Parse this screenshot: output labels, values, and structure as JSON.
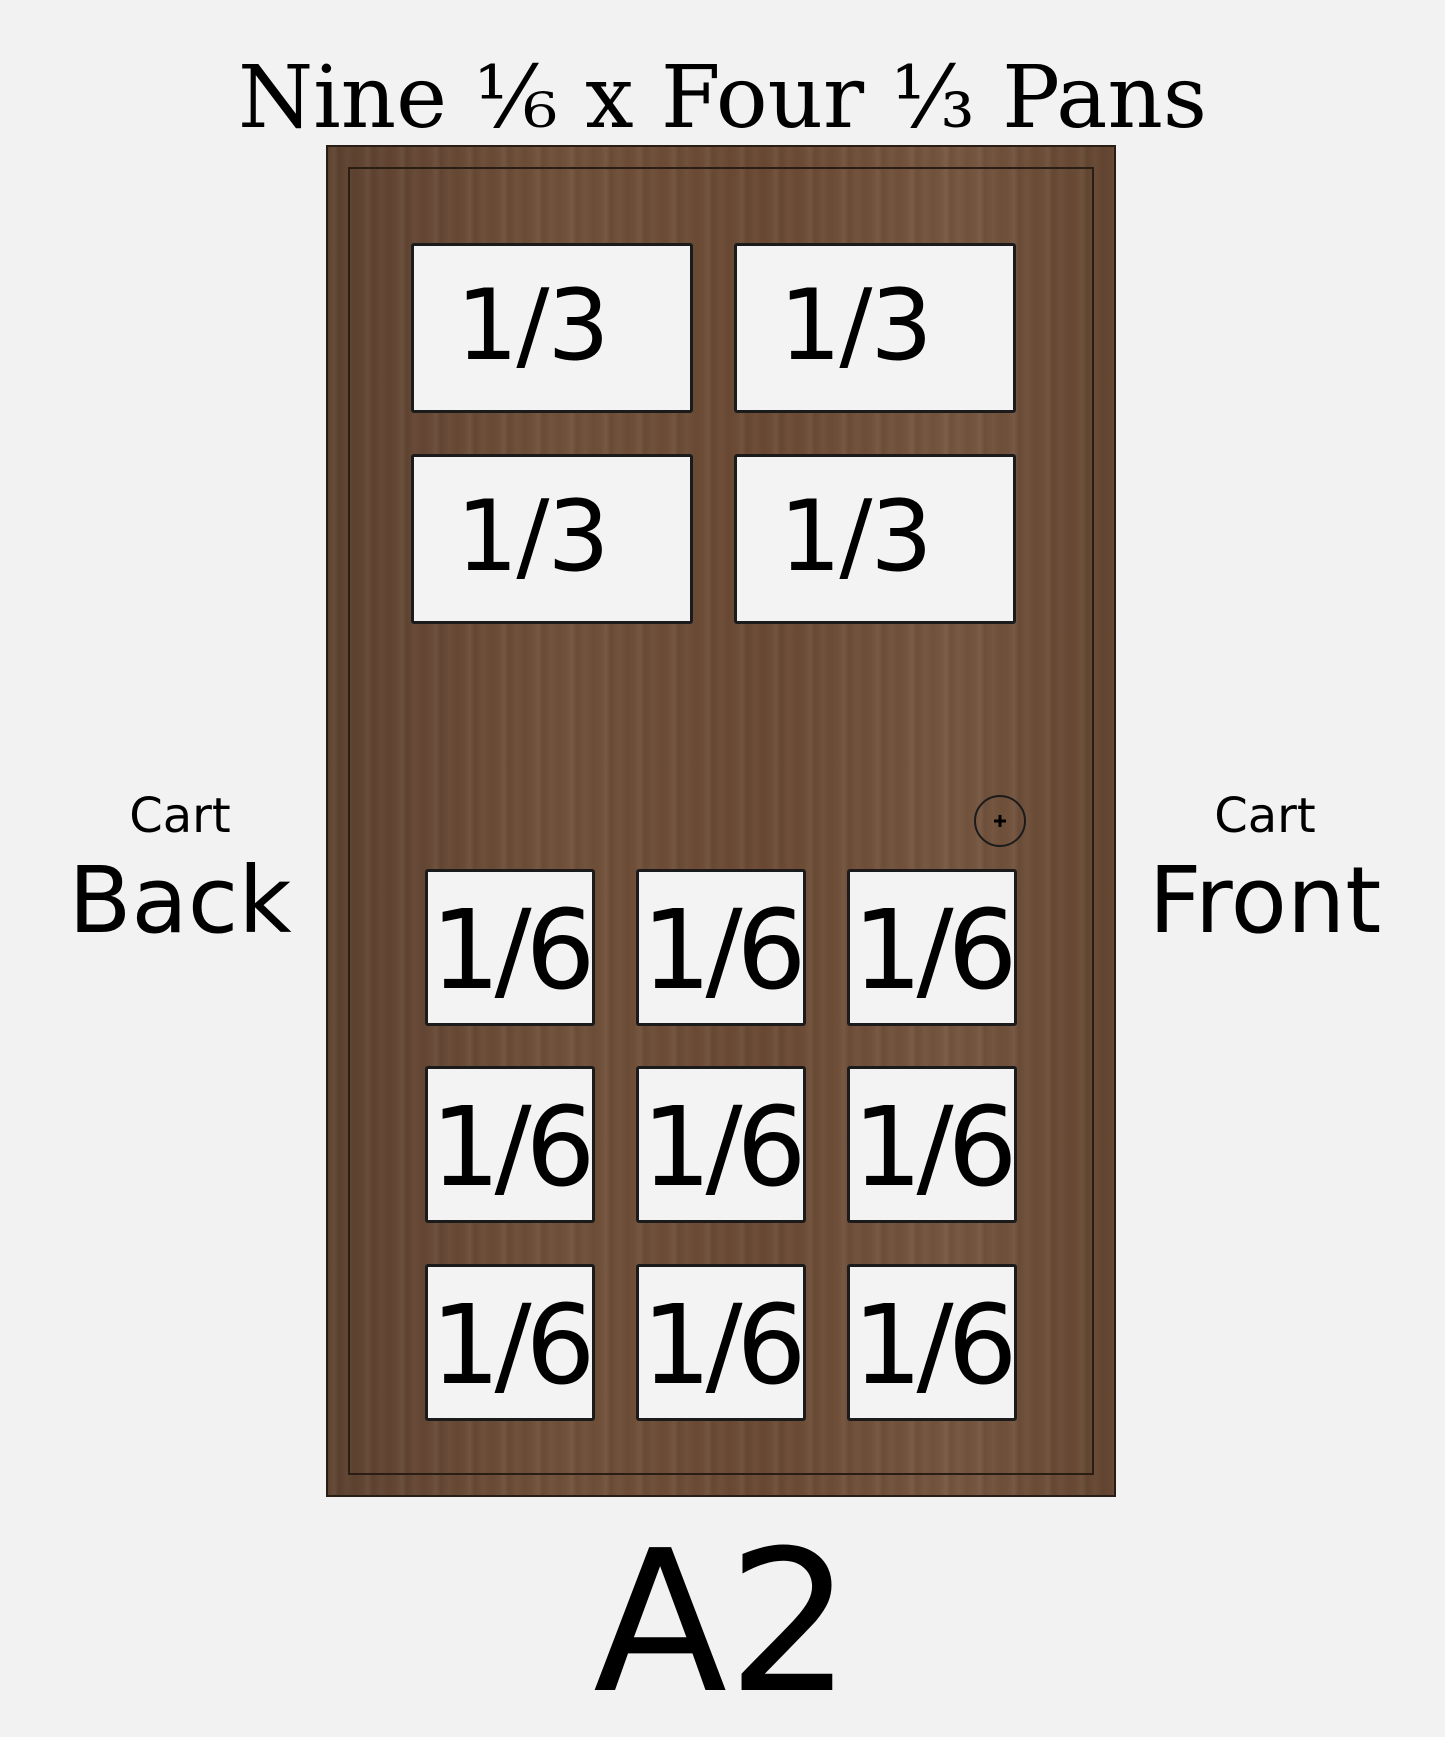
{
  "title": "Nine ⅙ x Four ⅓ Pans",
  "left_label": {
    "small": "Cart",
    "big": "Back"
  },
  "right_label": {
    "small": "Cart",
    "big": "Front"
  },
  "board": {
    "third_pans": [
      "1/3",
      "1/3",
      "1/3",
      "1/3"
    ],
    "sixth_pans": [
      "1/6",
      "1/6",
      "1/6",
      "1/6",
      "1/6",
      "1/6",
      "1/6",
      "1/6",
      "1/6"
    ],
    "knob_icon": "plus-circle-icon"
  },
  "caption": "A2",
  "colors": {
    "background": "#f2f2f2",
    "board_wood": "#6a4a33",
    "pan_fill": "#f3f3f3",
    "outline": "#1b1b1b"
  }
}
